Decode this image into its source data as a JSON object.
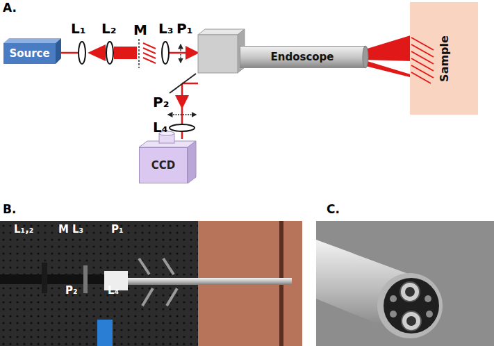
{
  "diagram": {
    "nodes": [
      {
        "text": [
          "Source"
        ]
      },
      {
        "text": [
          "Endoscope"
        ]
      },
      {
        "text": [
          "Sample"
        ]
      },
      {
        "text": [
          "CCD"
        ]
      }
    ],
    "labels": [
      "A.",
      "L₁",
      "L₂",
      "M",
      "L₃",
      "P₁",
      "P₂",
      "L₄",
      "B.",
      "C.",
      "L₁,₂",
      "M",
      "L₃",
      "P₁",
      "P₂",
      "L₄"
    ]
  }
}
